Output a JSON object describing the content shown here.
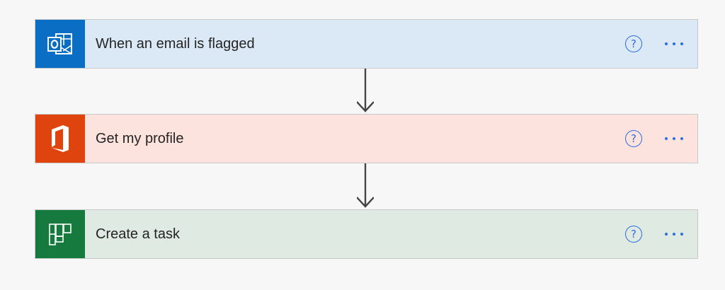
{
  "flow": {
    "steps": [
      {
        "title": "When an email is flagged",
        "connector": "Outlook",
        "icon": "outlook-icon",
        "icon_bg": "#0a6fc4",
        "card_bg": "#dbe9f7",
        "help_label": "?"
      },
      {
        "title": "Get my profile",
        "connector": "Office 365",
        "icon": "office-icon",
        "icon_bg": "#e0440e",
        "card_bg": "#fde3dd",
        "help_label": "?"
      },
      {
        "title": "Create a task",
        "connector": "Planner",
        "icon": "planner-icon",
        "icon_bg": "#167a3e",
        "card_bg": "#dfeae3",
        "help_label": "?"
      }
    ],
    "accent_color": "#2b6ee0",
    "connector_arrow_color": "#444444"
  }
}
